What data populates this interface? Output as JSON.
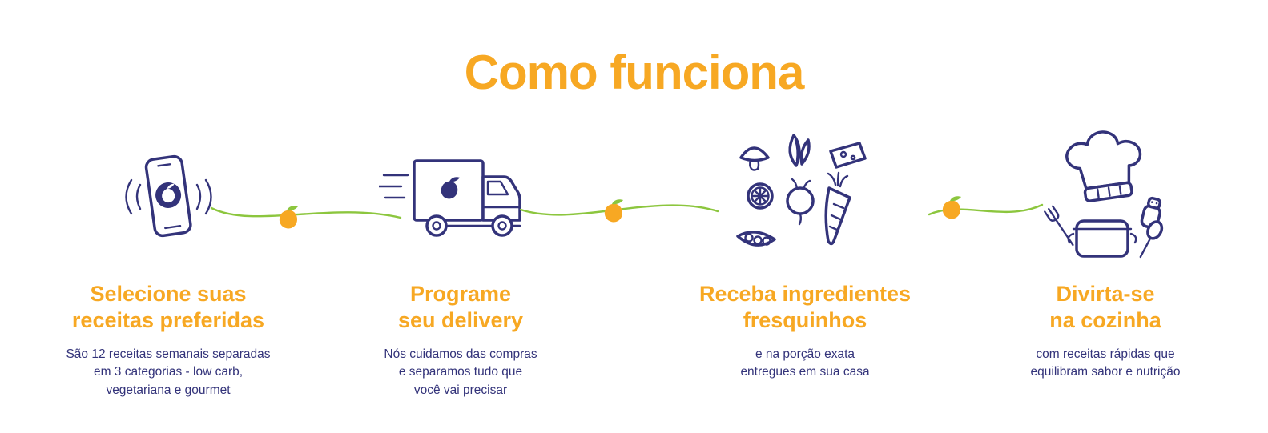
{
  "colors": {
    "orange": "#F7A823",
    "navy": "#33337A",
    "green": "#8CC63E"
  },
  "header": {
    "title": "Como funciona"
  },
  "steps": [
    {
      "icon": "ringing-phone-icon",
      "heading": "Selecione suas receitas preferidas",
      "heading_lines": [
        "Selecione suas",
        "receitas preferidas"
      ],
      "desc_lines": [
        "São 12 receitas semanais separadas",
        "em 3 categorias - low carb,",
        "vegetariana e gourmet"
      ]
    },
    {
      "icon": "delivery-truck-icon",
      "heading": "Programe seu delivery",
      "heading_lines": [
        "Programe",
        "seu delivery"
      ],
      "desc_lines": [
        "Nós cuidamos das compras",
        "e separamos tudo que",
        "você vai precisar"
      ]
    },
    {
      "icon": "fresh-ingredients-icon",
      "heading": "Receba ingredientes fresquinhos",
      "heading_lines": [
        "Receba ingredientes",
        "fresquinhos"
      ],
      "desc_lines": [
        "e na porção exata",
        "entregues em sua casa"
      ]
    },
    {
      "icon": "chef-cooking-icon",
      "heading": "Divirta-se na cozinha",
      "heading_lines": [
        "Divirta-se",
        "na cozinha"
      ],
      "desc_lines": [
        "com receitas rápidas que",
        "equilibram sabor e nutrição"
      ]
    }
  ],
  "connectors": {
    "count": 3,
    "style": "green curved line with mango fruit marker"
  }
}
